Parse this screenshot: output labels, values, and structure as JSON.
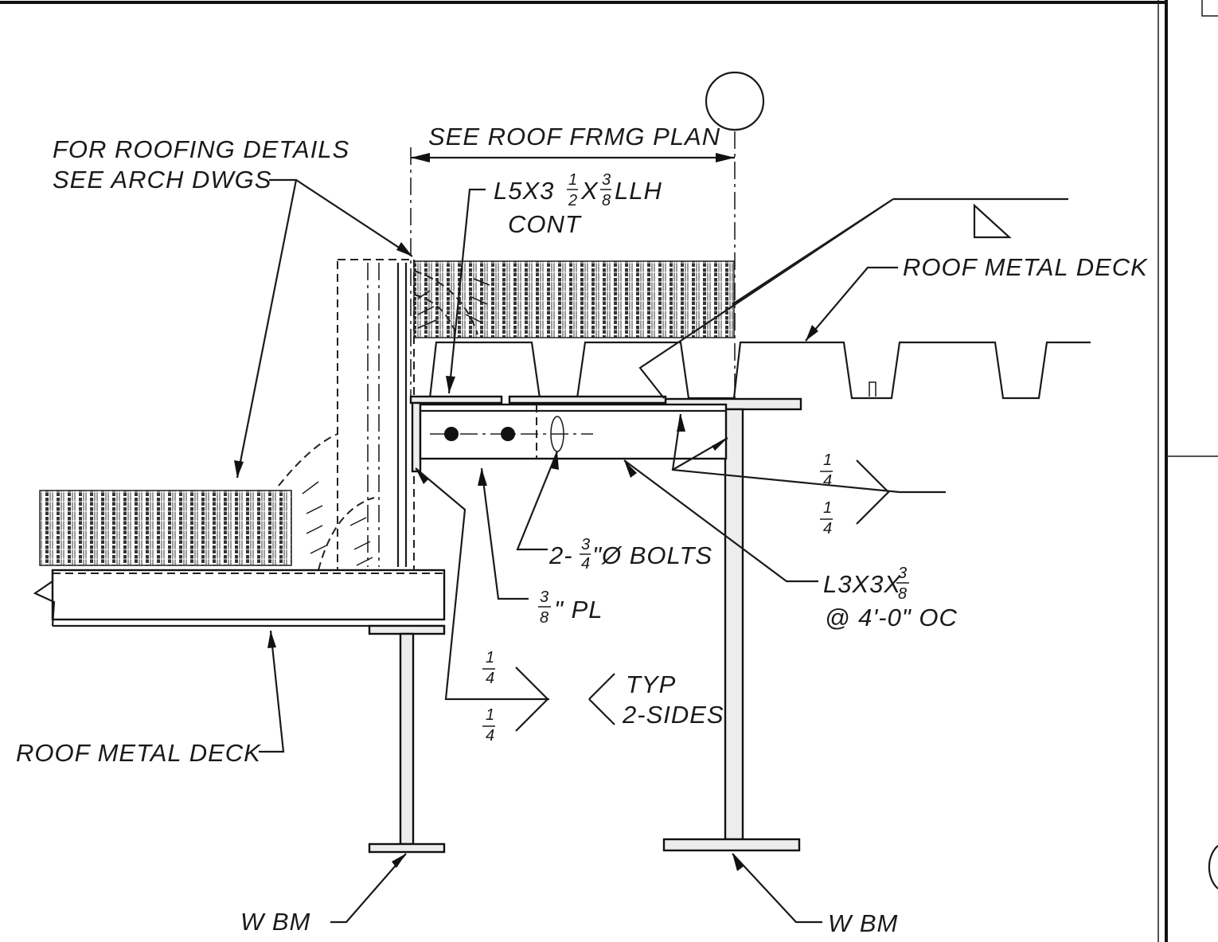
{
  "drawing": {
    "notes": {
      "roofing_line1": "FOR ROOFING DETAILS",
      "roofing_line2": "SEE ARCH DWGS",
      "see_plan": "SEE ROOF FRMG PLAN",
      "angle_top_a": "L5X3",
      "angle_top_b": "X",
      "angle_top_c": "LLH",
      "angle_top_cont": "CONT",
      "roof_deck_right": "ROOF METAL DECK",
      "roof_deck_left": "ROOF METAL DECK",
      "bolts_a": "2-",
      "bolts_b": "\"Ø BOLTS",
      "plate_b": "\" PL",
      "angle_clip_a": "L3X3X",
      "angle_clip_spacing": "@ 4'-0\" OC",
      "typ": "TYP",
      "two_sides": "2-SIDES",
      "wbm_left": "W  BM",
      "wbm_right": "W  BM"
    },
    "fractions": {
      "half_num": "1",
      "half_den": "2",
      "three_eighths_num": "3",
      "three_eighths_den": "8",
      "three_quarters_num": "3",
      "three_quarters_den": "4",
      "quarter_num": "1",
      "quarter_den": "4"
    }
  }
}
